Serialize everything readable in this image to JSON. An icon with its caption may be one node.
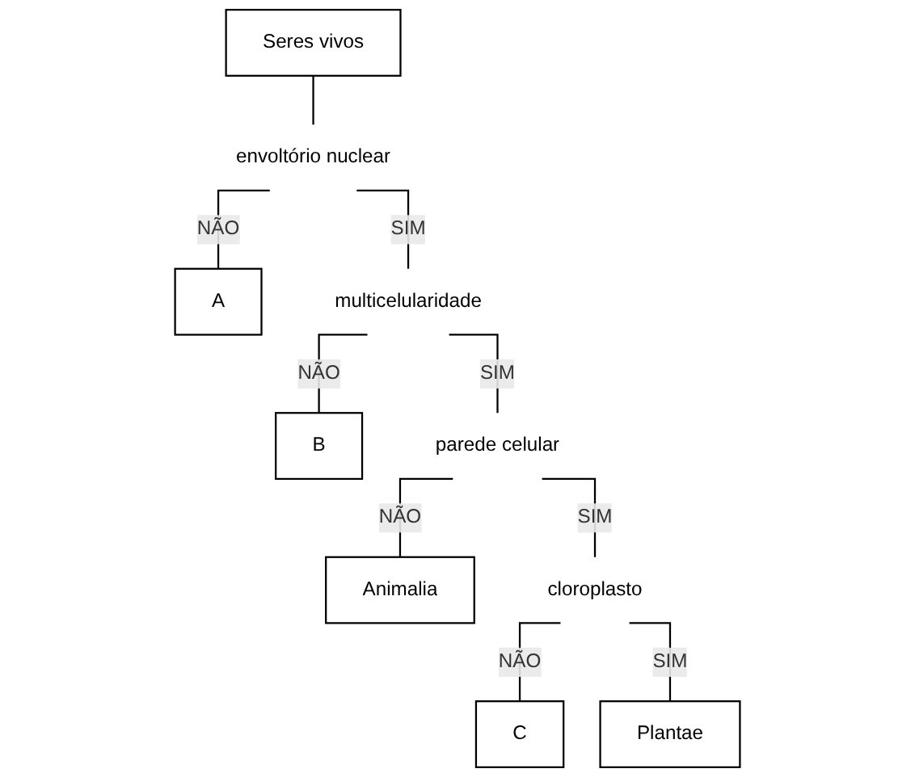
{
  "diagram": {
    "nodes": [
      {
        "text": [
          "Seres vivos"
        ]
      },
      {
        "text": [
          "envoltório nuclear"
        ]
      },
      {
        "text": [
          "A"
        ]
      },
      {
        "text": [
          "multicelularidade"
        ]
      },
      {
        "text": [
          "B"
        ]
      },
      {
        "text": [
          "parede celular"
        ]
      },
      {
        "text": [
          "Animalia"
        ]
      },
      {
        "text": [
          "cloroplasto"
        ]
      },
      {
        "text": [
          "C"
        ]
      },
      {
        "text": [
          "Plantae"
        ]
      }
    ],
    "edges": [
      {
        "from": 0,
        "to": 1,
        "arrow": "none"
      },
      {
        "from": 1,
        "to": 2,
        "arrow": "none",
        "label": "NÃO"
      },
      {
        "from": 1,
        "to": 3,
        "arrow": "none",
        "label": "SIM"
      },
      {
        "from": 3,
        "to": 4,
        "arrow": "none",
        "label": "NÃO"
      },
      {
        "from": 3,
        "to": 5,
        "arrow": "none",
        "label": "SIM"
      },
      {
        "from": 5,
        "to": 6,
        "arrow": "none",
        "label": "NÃO"
      },
      {
        "from": 5,
        "to": 7,
        "arrow": "none",
        "label": "SIM"
      },
      {
        "from": 7,
        "to": 8,
        "arrow": "none",
        "label": "NÃO"
      },
      {
        "from": 7,
        "to": 9,
        "arrow": "none",
        "label": "SIM"
      }
    ]
  }
}
